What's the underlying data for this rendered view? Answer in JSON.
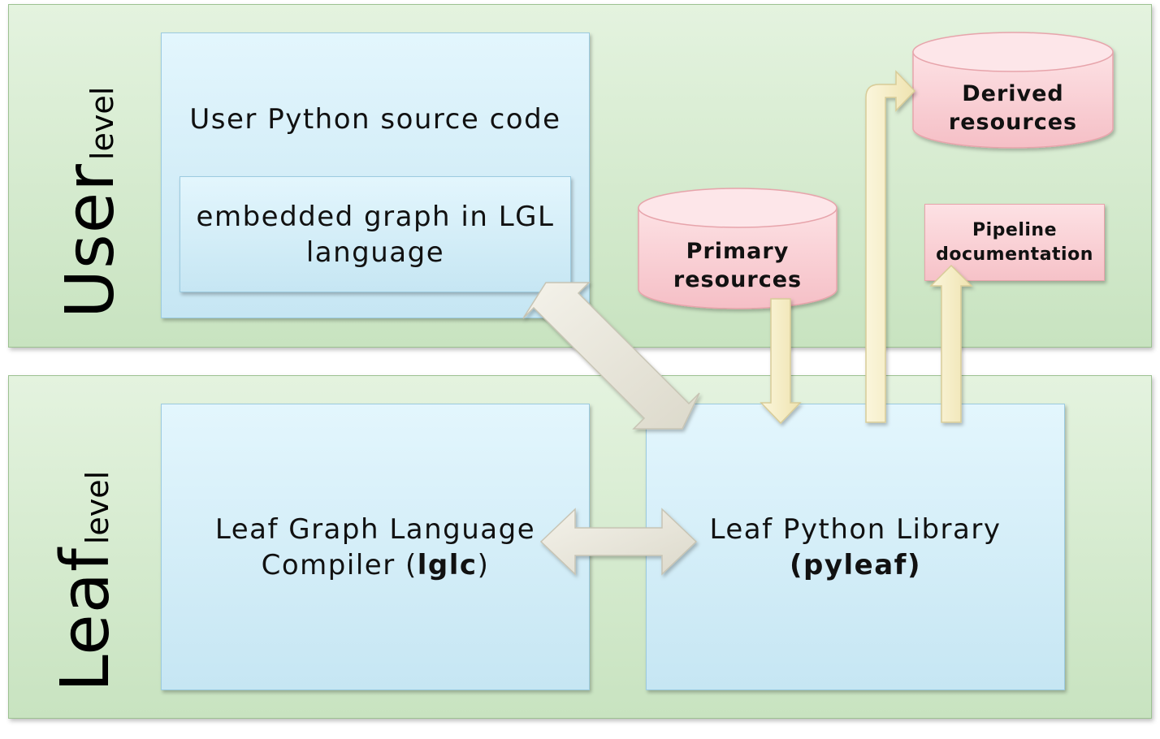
{
  "levels": {
    "user": {
      "main": "User",
      "sub": "level"
    },
    "leaf": {
      "main": "Leaf",
      "sub": "level"
    }
  },
  "boxes": {
    "user_source": "User Python source code",
    "lgl_graph": {
      "line1": "embedded graph in LGL",
      "line2": "language"
    },
    "compiler": {
      "line1": "Leaf Graph Language",
      "line2_prefix": "Compiler (",
      "line2_bold": "lglc",
      "line2_suffix": ")"
    },
    "library": {
      "line1": "Leaf Python Library",
      "line2_bold": "(pyleaf)"
    }
  },
  "resources": {
    "primary": {
      "line1": "Primary",
      "line2": "resources"
    },
    "derived": {
      "line1": "Derived",
      "line2": "resources"
    },
    "pipeline_doc": {
      "line1": "Pipeline",
      "line2": "documentation"
    }
  },
  "colors": {
    "level_layer": "#c8e3c0",
    "component_box": "#c6e6f3",
    "resource": "#f6c2c8",
    "arrow_gray": "#e8e6da",
    "arrow_yellow": "#f6efc4"
  }
}
